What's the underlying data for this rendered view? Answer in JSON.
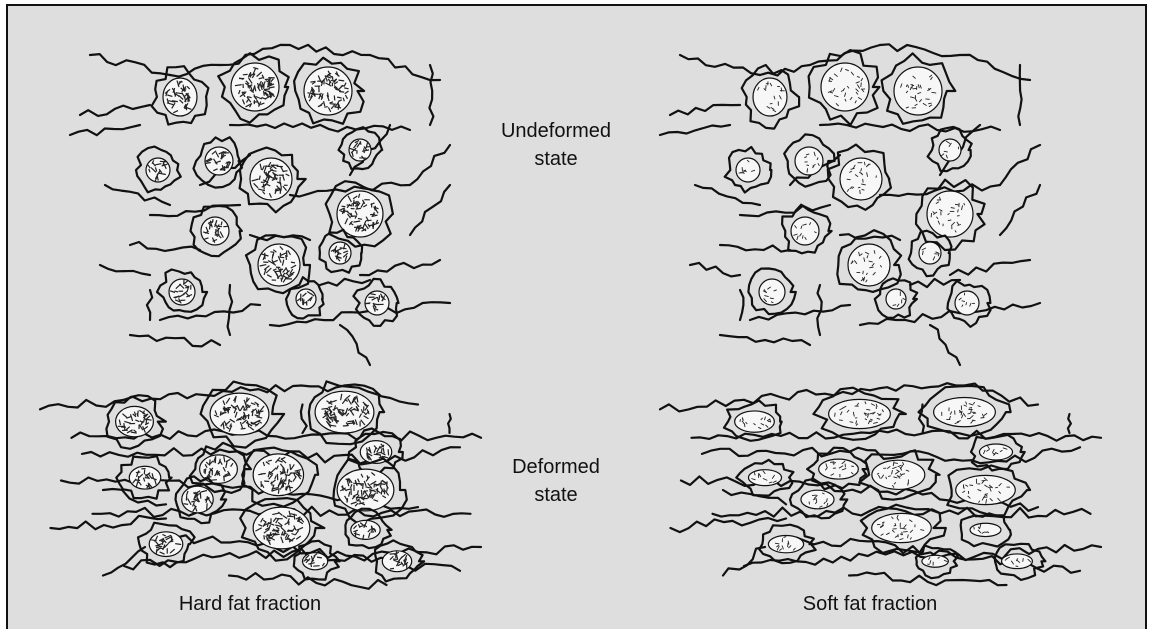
{
  "labels": {
    "undeformed_line1": "Undeformed",
    "undeformed_line2": "state",
    "deformed_line1": "Deformed",
    "deformed_line2": "state",
    "hard_fat": "Hard fat fraction",
    "soft_fat": "Soft fat fraction"
  },
  "colors": {
    "background": "#dedede",
    "network": "#111111",
    "particle_fill": "#f7f7f7",
    "crystal": "#222222"
  }
}
